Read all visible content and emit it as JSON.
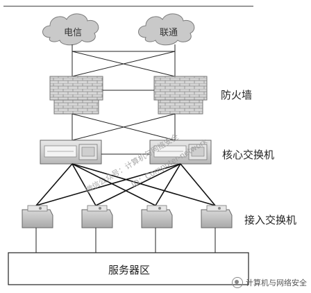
{
  "diagram": {
    "clouds": {
      "left": "电信",
      "right": "联通"
    },
    "labels": {
      "firewall": "防火墙",
      "core_switch": "核心交换机",
      "access_switch": "接入交换机",
      "server_zone": "服务器区"
    },
    "watermark": {
      "line1": "微信公众号：计算机与网络安全",
      "line2": "ID：Computer-network"
    },
    "brand": "计算机与网络安全"
  }
}
